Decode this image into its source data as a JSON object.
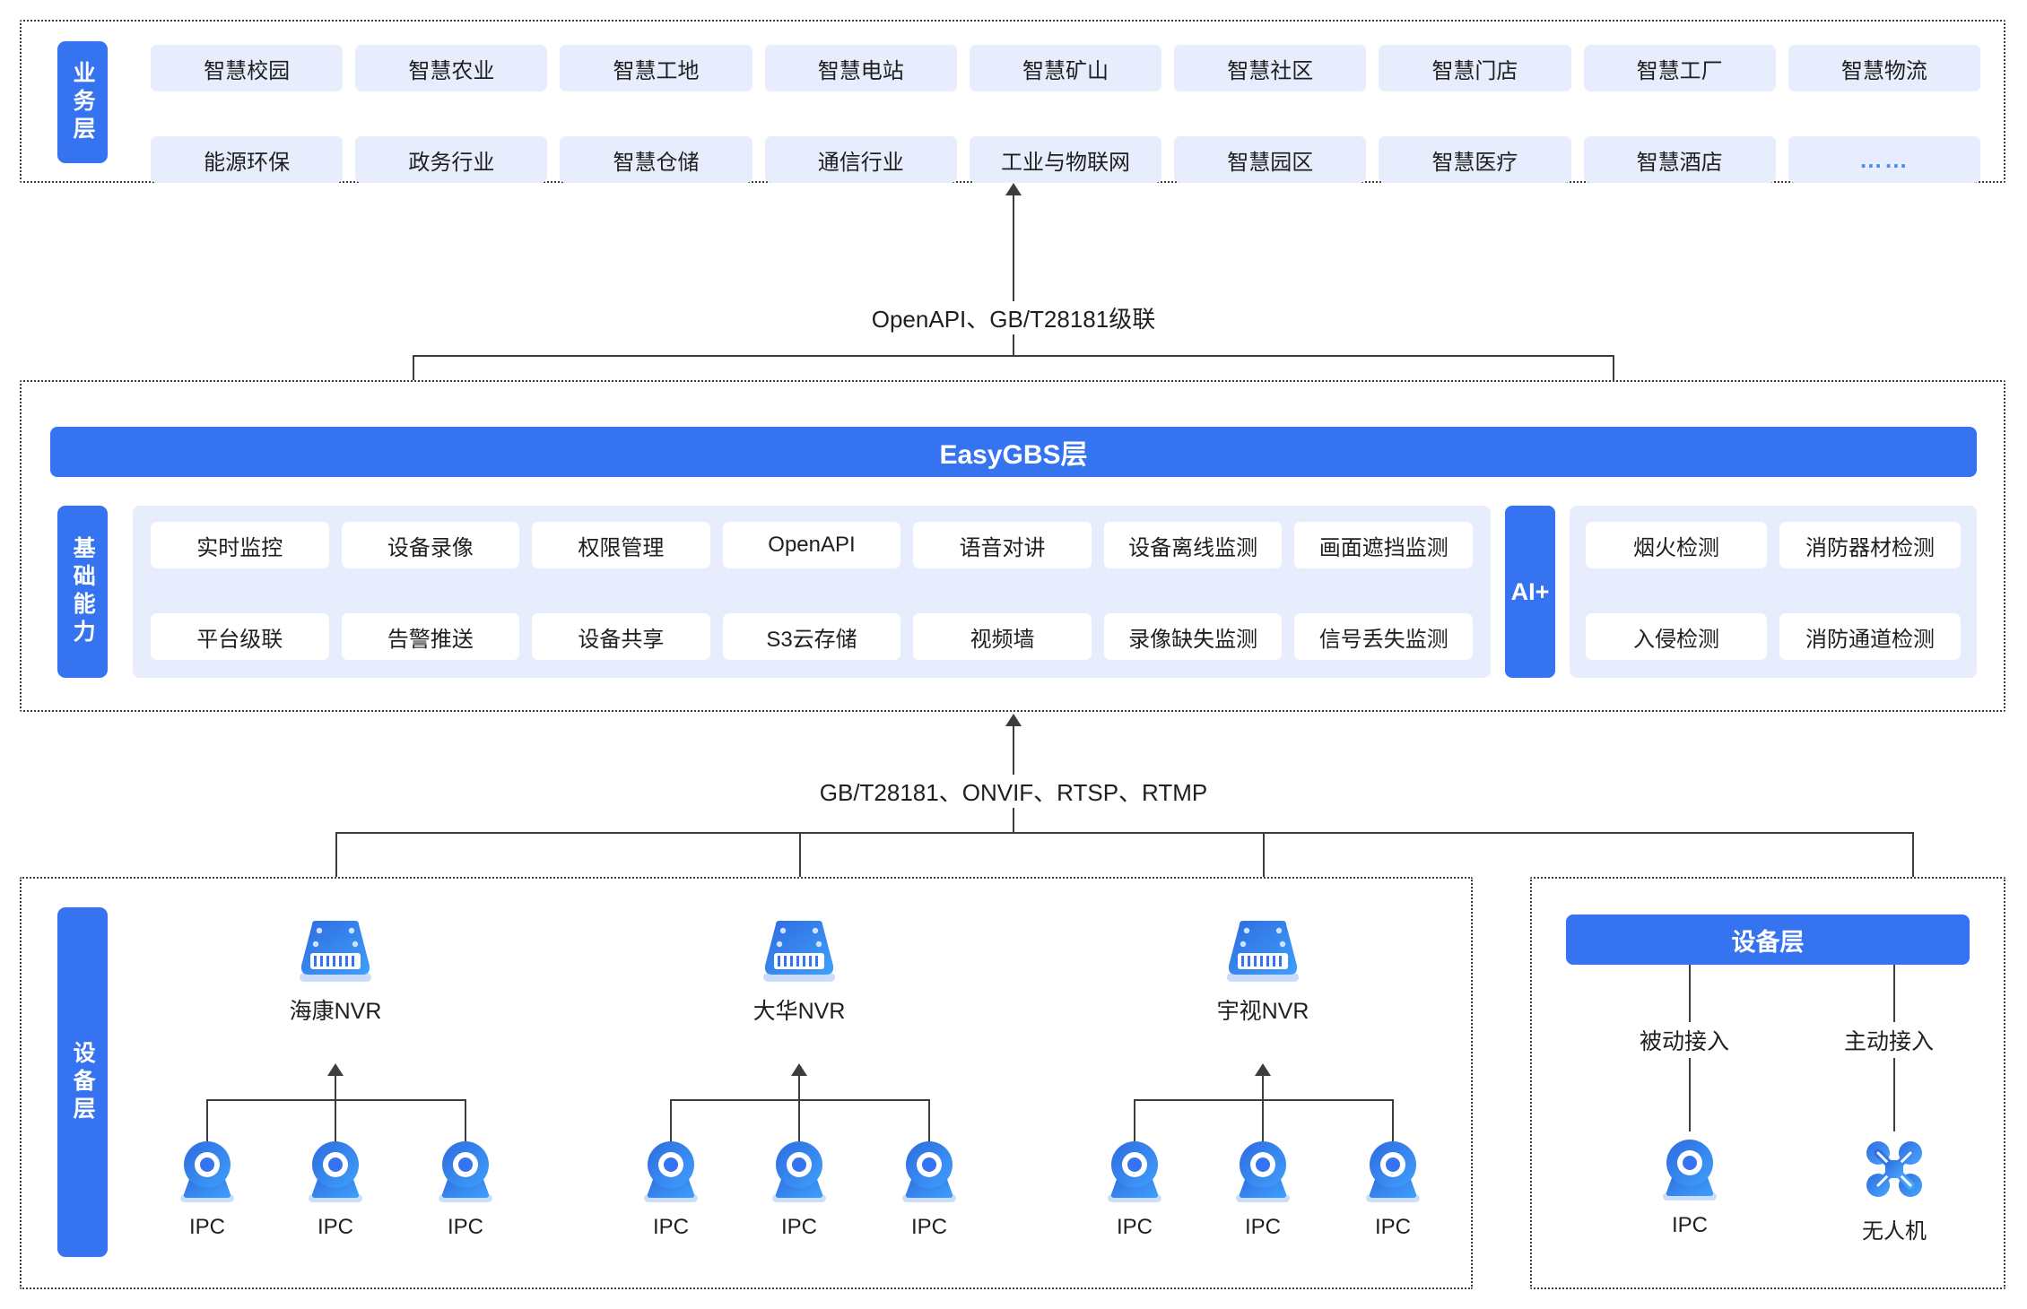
{
  "business_layer": {
    "side_label": "业务层",
    "row1": [
      "智慧校园",
      "智慧农业",
      "智慧工地",
      "智慧电站",
      "智慧矿山",
      "智慧社区",
      "智慧门店",
      "智慧工厂",
      "智慧物流"
    ],
    "row2": [
      "能源环保",
      "政务行业",
      "智慧仓储",
      "通信行业",
      "工业与物联网",
      "智慧园区",
      "智慧医疗",
      "智慧酒店",
      "……"
    ]
  },
  "connector_top": {
    "label": "OpenAPI、GB/T28181级联"
  },
  "platform_layer": {
    "title_bar": "EasyGBS层",
    "side_label": "基础能力",
    "capabilities_row1": [
      "实时监控",
      "设备录像",
      "权限管理",
      "OpenAPI",
      "语音对讲",
      "设备离线监测",
      "画面遮挡监测"
    ],
    "capabilities_row2": [
      "平台级联",
      "告警推送",
      "设备共享",
      "S3云存储",
      "视频墙",
      "录像缺失监测",
      "信号丢失监测"
    ],
    "ai": {
      "badge": "AI+",
      "row1": [
        "烟火检测",
        "消防器材检测"
      ],
      "row2": [
        "入侵检测",
        "消防通道检测"
      ]
    }
  },
  "connector_bottom": {
    "label": "GB/T28181、ONVIF、RTSP、RTMP"
  },
  "device_layer": {
    "side_label": "设备层",
    "nvr_groups": [
      {
        "nvr_label": "海康NVR",
        "cameras": [
          "IPC",
          "IPC",
          "IPC"
        ]
      },
      {
        "nvr_label": "大华NVR",
        "cameras": [
          "IPC",
          "IPC",
          "IPC"
        ]
      },
      {
        "nvr_label": "宇视NVR",
        "cameras": [
          "IPC",
          "IPC",
          "IPC"
        ]
      }
    ],
    "right_panel": {
      "title_bar": "设备层",
      "access_modes": [
        "被动接入",
        "主动接入"
      ],
      "devices": [
        {
          "label": "IPC",
          "icon": "camera-icon"
        },
        {
          "label": "无人机",
          "icon": "drone-icon"
        }
      ]
    }
  },
  "colors": {
    "brand_blue": "#3573f0",
    "pale_blue": "#e8edfd",
    "line": "#3d3d3d"
  }
}
